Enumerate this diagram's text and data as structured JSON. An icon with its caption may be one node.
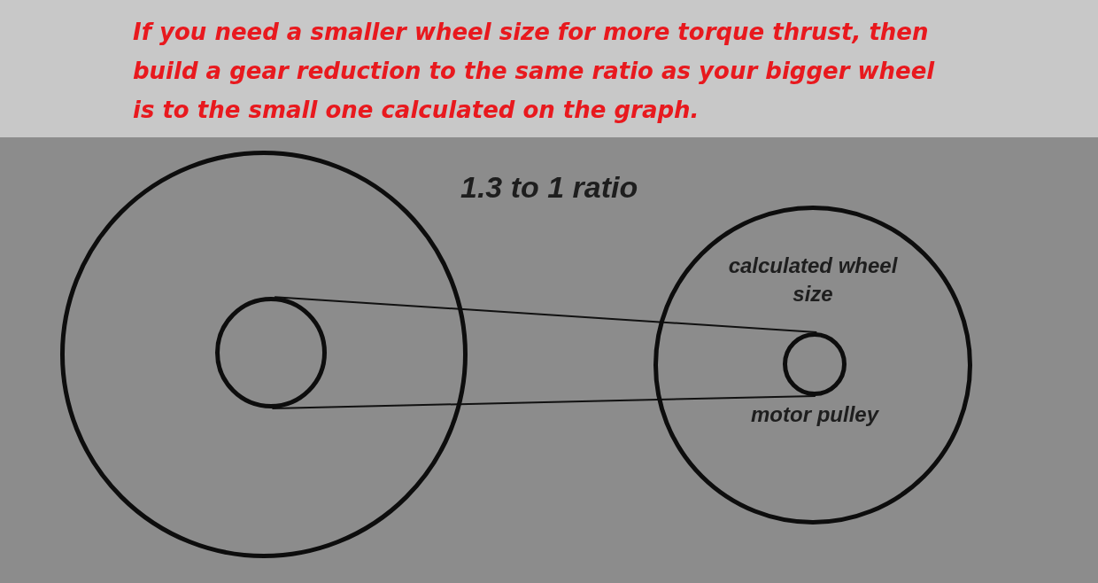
{
  "diagram": {
    "title": "If you need a smaller wheel size for more torque thrust, then build a gear reduction to the same ratio as your bigger wheel is to the small one calculated on the graph.",
    "nodes": [
      {
        "text": [],
        "shape": "circle"
      },
      {
        "text": [],
        "shape": "circle",
        "in": 0
      },
      {
        "text": [
          "calculated wheel size"
        ]
      },
      {
        "text": [],
        "shape": "circle",
        "in": 2,
        "beside": [
          "motor pulley"
        ]
      }
    ],
    "edges": [
      {
        "from": 1,
        "to": 3,
        "arrow": "none"
      },
      {
        "from": 1,
        "to": 3,
        "arrow": "none"
      }
    ],
    "labels": [
      "1.3 to 1 ratio"
    ]
  }
}
